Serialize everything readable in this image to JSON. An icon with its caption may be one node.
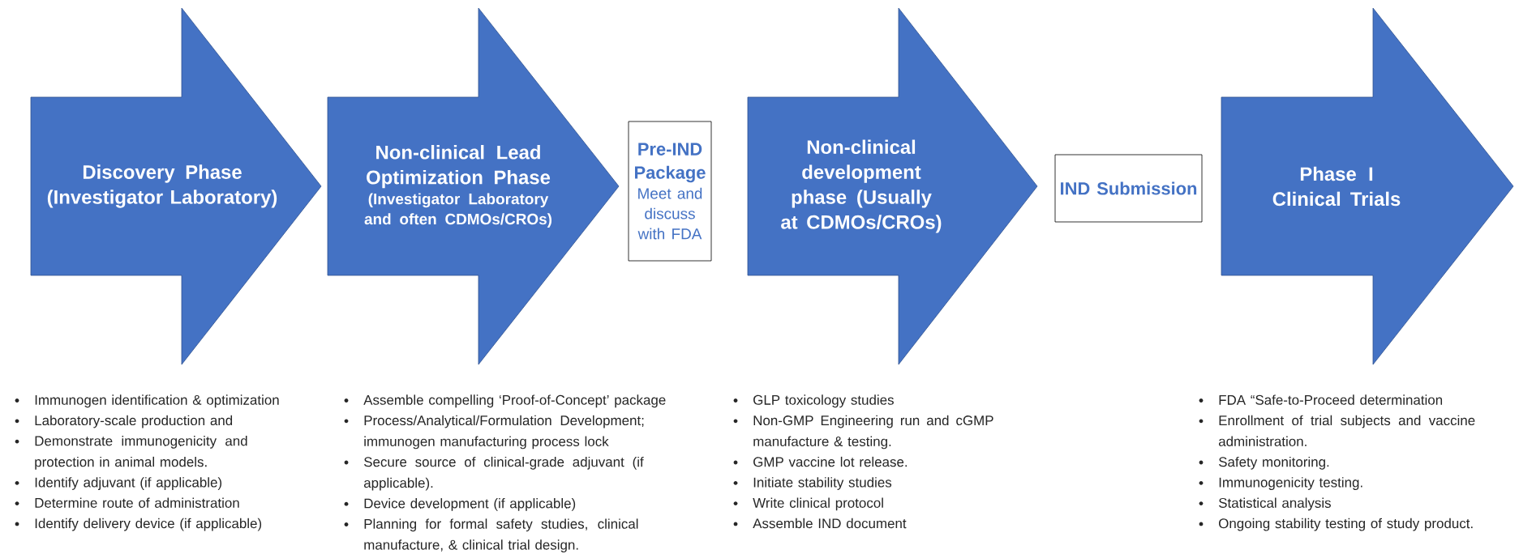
{
  "diagram": {
    "nodes": [
      {
        "text": [
          "Discovery Phase (Investigator Laboratory)"
        ],
        "beside": [
          "Immunogen identification & optimization",
          "Laboratory-scale production and",
          "Demonstrate immunogenicity and protection in animal models.",
          "Identify adjuvant (if applicable)",
          "Determine route of administration",
          "Identify delivery device (if applicable)"
        ]
      },
      {
        "text": [
          "Non-clinical Lead Optimization  Phase",
          "(Investigator Laboratory and often CDMOs/CROs)"
        ],
        "beside": [
          "Assemble compelling ‘Proof-of-Concept’ package",
          "Process/Analytical/Formulation Development; immunogen manufacturing process lock",
          "Secure source of clinical-grade adjuvant (if applicable).",
          "Device development (if applicable)",
          "Planning for formal safety studies, clinical manufacture, & clinical trial design."
        ]
      },
      {
        "text": [
          "Pre-IND Package",
          "Meet and discuss with FDA"
        ]
      },
      {
        "text": [
          "Non-clinical development phase (Usually at CDMOs/CROs)"
        ],
        "beside": [
          "GLP toxicology studies",
          "Non-GMP Engineering run and cGMP manufacture & testing.",
          "GMP vaccine lot release.",
          "Initiate stability studies",
          "Write clinical protocol",
          "Assemble IND document"
        ]
      },
      {
        "text": [
          "IND Submission"
        ]
      },
      {
        "text": [
          "Phase I Clinical Trials"
        ],
        "beside": [
          "FDA “Safe-to-Proceed determination",
          "Enrollment of trial subjects and vaccine administration.",
          "Safety monitoring.",
          "Immunogenicity testing.",
          "Statistical analysis",
          "Ongoing stability testing of study product."
        ]
      }
    ]
  }
}
